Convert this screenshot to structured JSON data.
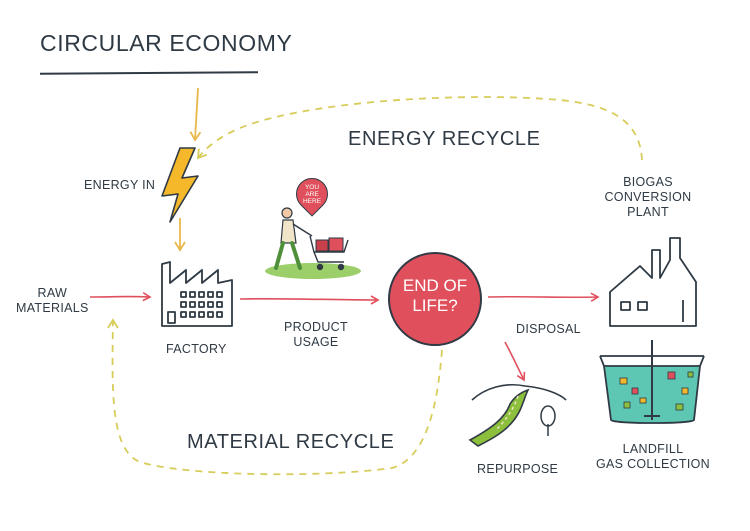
{
  "title": "CIRCULAR ECONOMY",
  "labels": {
    "energy_recycle": "ENERGY RECYCLE",
    "energy_in": "ENERGY IN",
    "raw_materials": "RAW\nMATERIALS",
    "factory": "FACTORY",
    "product_usage": "PRODUCT\nUSAGE",
    "end_of_life": "END OF\nLIFE?",
    "disposal": "DISPOSAL",
    "biogas": "BIOGAS\nCONVERSION\nPLANT",
    "repurpose": "REPURPOSE",
    "landfill": "LANDFILL\nGAS COLLECTION",
    "material_recycle": "MATERIAL RECYCLE",
    "you_are_here": "YOU\nARE\nHERE"
  },
  "colors": {
    "ink": "#2f3a44",
    "flow_arrow": "#e0505c",
    "recycle_dash": "#d8cc5a",
    "energy_bolt": "#f5b82a",
    "energy_arrow": "#e8b84a",
    "end_of_life_fill": "#e0505c",
    "landfill_liquid": "#5ec7b4",
    "road_green": "#8bbf3c",
    "ground_green": "#9ccf6a"
  }
}
